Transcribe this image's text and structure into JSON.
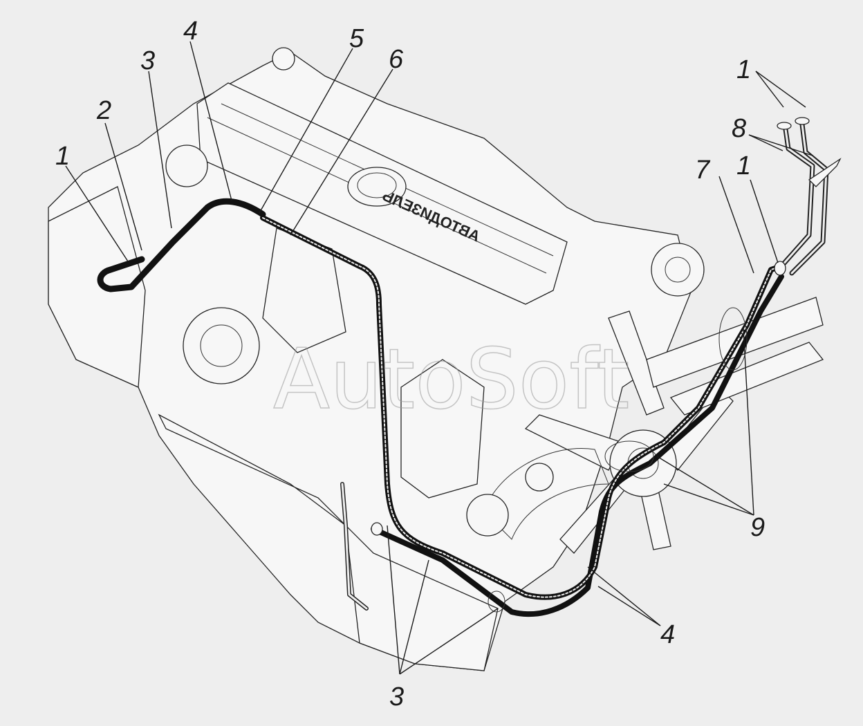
{
  "watermark": "AutoSoft",
  "engine_cover_text": "АВТОДИЗЕЛЬ",
  "callouts": [
    {
      "id": "c1a",
      "text": "1"
    },
    {
      "id": "c2",
      "text": "2"
    },
    {
      "id": "c3a",
      "text": "3"
    },
    {
      "id": "c4a",
      "text": "4"
    },
    {
      "id": "c5",
      "text": "5"
    },
    {
      "id": "c6",
      "text": "6"
    },
    {
      "id": "c1b",
      "text": "1"
    },
    {
      "id": "c8",
      "text": "8"
    },
    {
      "id": "c7",
      "text": "7"
    },
    {
      "id": "c1c",
      "text": "1"
    },
    {
      "id": "c9",
      "text": "9"
    },
    {
      "id": "c4b",
      "text": "4"
    },
    {
      "id": "c3b",
      "text": "3"
    }
  ],
  "colors": {
    "background": "#eeeeee",
    "line": "#222222",
    "hose": "#111111"
  }
}
